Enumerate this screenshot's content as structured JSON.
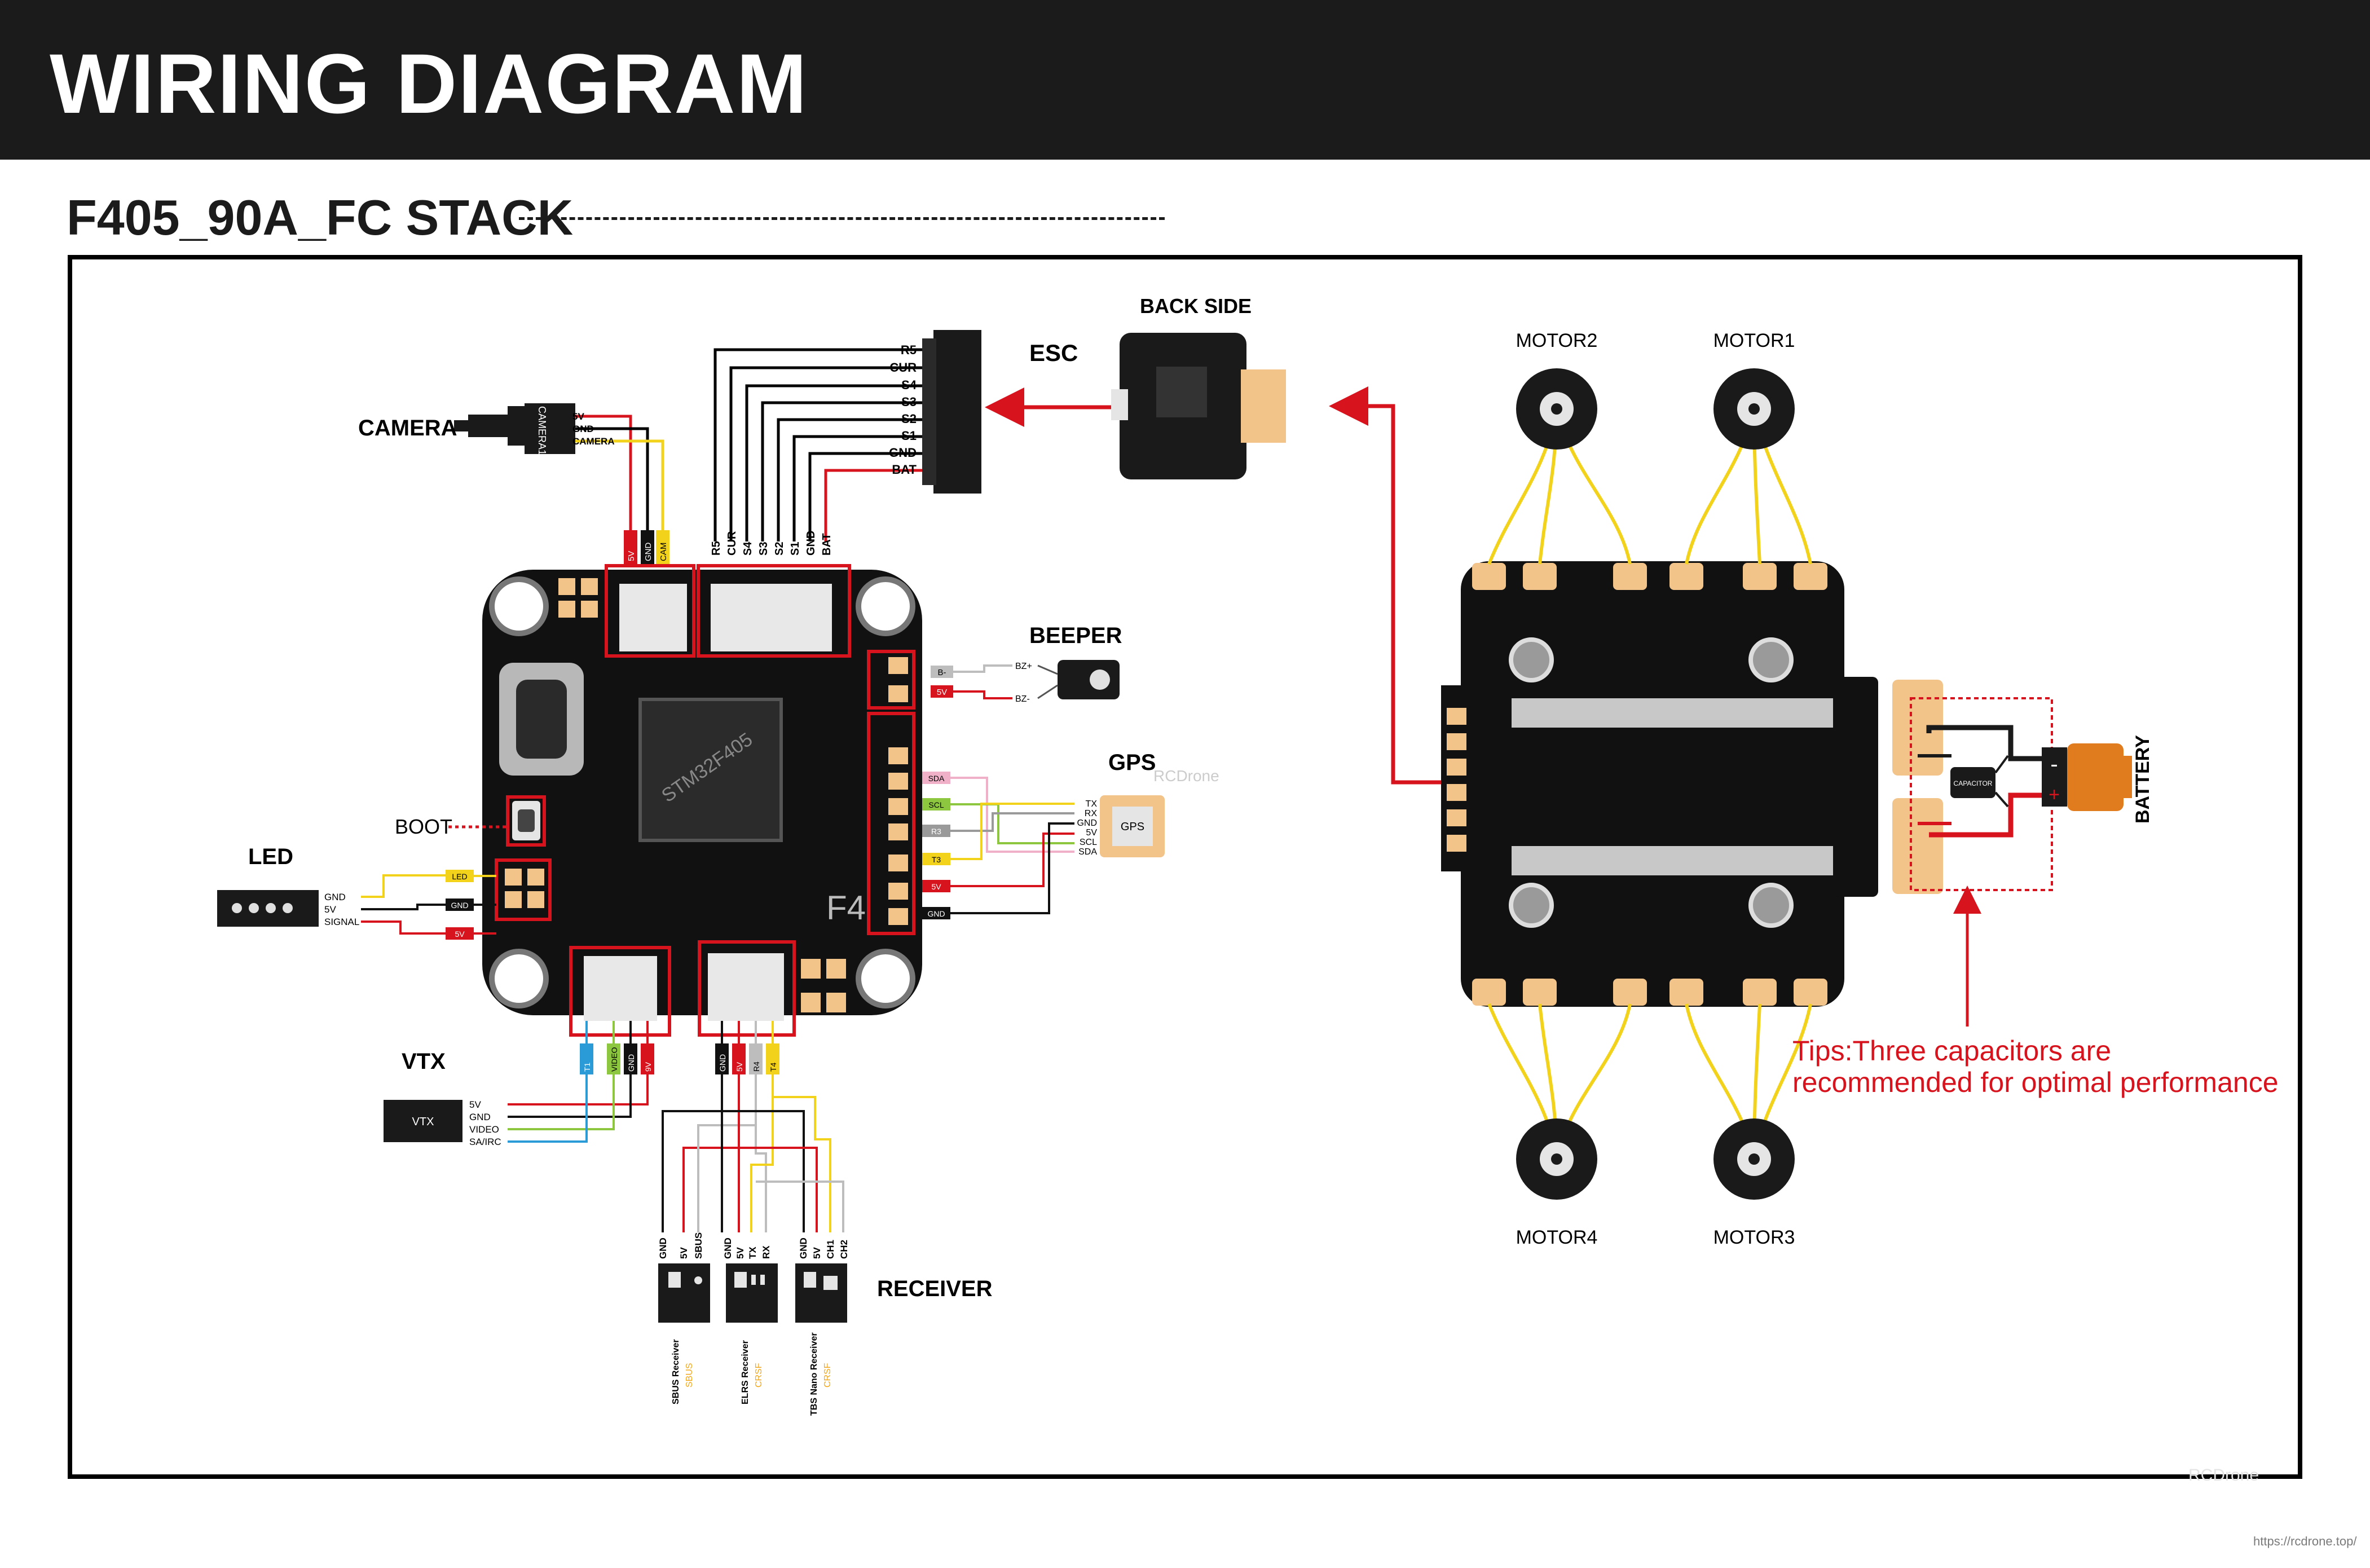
{
  "header": {
    "title": "WIRING DIAGRAM"
  },
  "subtitle": "F405_90A_FC STACK",
  "labels": {
    "esc": "ESC",
    "back_side": "BACK SIDE",
    "camera": "CAMERA",
    "beeper": "BEEPER",
    "gps": "GPS",
    "boot": "BOOT",
    "led": "LED",
    "vtx": "VTX",
    "receiver": "RECEIVER",
    "battery": "BATTERY",
    "motor1": "MOTOR1",
    "motor2": "MOTOR2",
    "motor3": "MOTOR3",
    "motor4": "MOTOR4",
    "fc_brand": "F4",
    "gps_module": "GPS",
    "vtx_module": "VTX",
    "capacitor": "CAPACITOR",
    "plus": "+",
    "minus": "-"
  },
  "tips": {
    "line1": "Tips:Three capacitors are",
    "line2": "recommended for optimal performance"
  },
  "esc_pins": [
    "R5",
    "CUR",
    "S4",
    "S3",
    "S2",
    "S1",
    "GND",
    "BAT"
  ],
  "camera_pins": [
    "5V",
    "GND",
    "CAMERA"
  ],
  "camera_tags": [
    "5V",
    "GND",
    "CAM"
  ],
  "camera_body": "CAMERA1",
  "beeper_pins": [
    "BZ+",
    "BZ-"
  ],
  "beeper_tags": [
    "B-",
    "5V"
  ],
  "gps_pins": [
    "TX",
    "RX",
    "GND",
    "5V",
    "SCL",
    "SDA"
  ],
  "gps_tags": [
    "SDA",
    "SCL",
    "R3",
    "T3",
    "5V",
    "GND"
  ],
  "led_pins": [
    "GND",
    "5V",
    "SIGNAL"
  ],
  "led_tags": [
    "LED",
    "GND",
    "5V"
  ],
  "vtx_pins": [
    "5V",
    "GND",
    "VIDEO",
    "SA/IRC"
  ],
  "vtx_tags": [
    "T1",
    "VIDEO",
    "GND",
    "9V"
  ],
  "rx_tags": [
    "GND",
    "5V",
    "R4",
    "T4"
  ],
  "receivers": [
    {
      "pins": [
        "GND",
        "5V",
        "SBUS"
      ],
      "name": "SBUS Receiver",
      "type": "SBUS"
    },
    {
      "pins": [
        "GND",
        "5V",
        "TX",
        "RX"
      ],
      "name": "ELRS Receiver",
      "type": "CRSF"
    },
    {
      "pins": [
        "GND",
        "5V",
        "CH1",
        "CH2"
      ],
      "name": "TBS Nano Receiver",
      "type": "CRSF"
    }
  ],
  "watermark": {
    "brand": "RCDrone",
    "url": "https://rcdrone.top/"
  },
  "colors": {
    "accent_red": "#d7141e",
    "wire_yellow": "#f2d21a",
    "wire_blue": "#2a9bd6",
    "wire_green": "#8dc63f",
    "pcb": "#111111",
    "pad": "#f2c48a",
    "banner": "#1b1b1b"
  }
}
